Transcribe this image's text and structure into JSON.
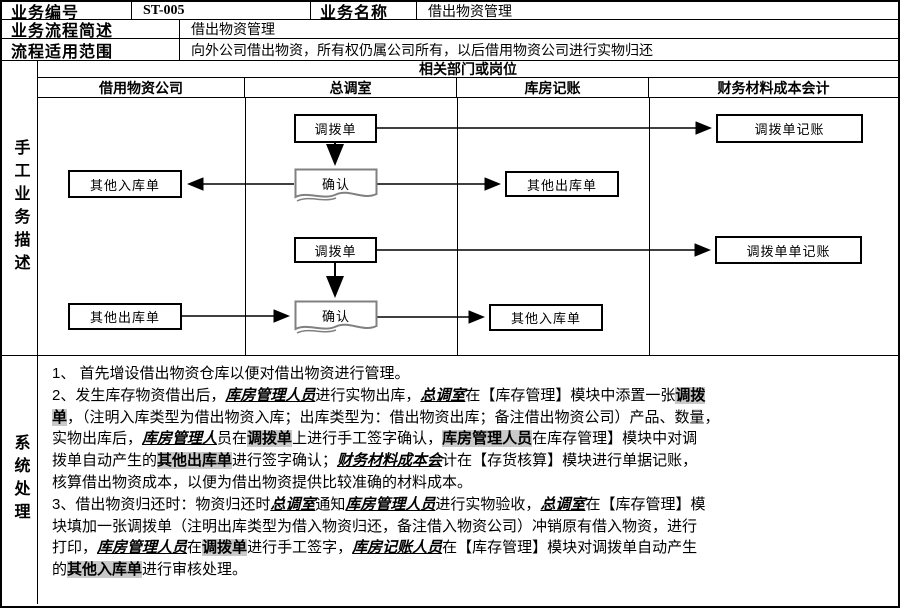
{
  "top": {
    "biz_no_label": "业务编号",
    "biz_no_value": "ST-005",
    "biz_name_label": "业务名称",
    "biz_name_value": "借出物资管理",
    "flow_desc_label": "业务流程简述",
    "flow_desc_value": "借出物资管理",
    "scope_label": "流程适用范围",
    "scope_value": "向外公司借出物资，所有权仍属公司所有，以后借用物资公司进行实物归还"
  },
  "departments": {
    "title": "相关部门或岗位",
    "columns": [
      "借用物资公司",
      "总调室",
      "库房记账",
      "财务材料成本会计"
    ]
  },
  "sections": {
    "manual_label": "手工业务描述",
    "system_label": "系统处理"
  },
  "flow": {
    "nodes": {
      "f1_transfer": "调拨单",
      "f1_transfer_post": "调拨单记账",
      "f1_confirm": "确认",
      "f1_other_in": "其他入库单",
      "f1_other_out": "其他出库单",
      "f2_transfer": "调拨单",
      "f2_transfer_post": "调拨单单记账",
      "f2_confirm": "确认",
      "f2_other_out": "其他出库单",
      "f2_other_in": "其他入库单"
    }
  },
  "system_text": {
    "lines": [
      [
        {
          "t": "1、 首先增设借出物资仓库以便对借出物资进行管理。",
          "s": "n"
        }
      ],
      [
        {
          "t": "2、发生库存物资借出后，",
          "s": "n"
        },
        {
          "t": "库房管理人员",
          "s": "biu"
        },
        {
          "t": "进行实物出库，",
          "s": "n"
        },
        {
          "t": "总调室",
          "s": "biu"
        },
        {
          "t": "在【库存管理】模块中添置一张",
          "s": "n"
        },
        {
          "t": "调拨",
          "s": "bhl"
        }
      ],
      [
        {
          "t": "单",
          "s": "bhl"
        },
        {
          "t": "，（注明入库类型为借出物资入库；出库类型为：借出物资出库；备注借出物资公司）产品、数量，",
          "s": "n"
        }
      ],
      [
        {
          "t": "实物出库后，",
          "s": "n"
        },
        {
          "t": "库房管理人",
          "s": "biu"
        },
        {
          "t": "员在",
          "s": "n"
        },
        {
          "t": "调拨单",
          "s": "bhl"
        },
        {
          "t": "上进行手工签字确认，",
          "s": "n"
        },
        {
          "t": "库房管理人员",
          "s": "bhl"
        },
        {
          "t": "在库存管理】模块中对调",
          "s": "n"
        }
      ],
      [
        {
          "t": "拨单自动产生的",
          "s": "n"
        },
        {
          "t": "其他出库单",
          "s": "bhl"
        },
        {
          "t": "进行签字确认；",
          "s": "n"
        },
        {
          "t": "财务材料成本会",
          "s": "biu"
        },
        {
          "t": "计在【存货核算】模块进行单据记账，",
          "s": "n"
        }
      ],
      [
        {
          "t": "核算借出物资成本，以便为借出物资提供比较准确的材料成本。",
          "s": "n"
        }
      ],
      [
        {
          "t": "3、借出物资归还时：物资归还时",
          "s": "n"
        },
        {
          "t": "总调室",
          "s": "biu"
        },
        {
          "t": "通知",
          "s": "n"
        },
        {
          "t": "库房管理人员",
          "s": "biu"
        },
        {
          "t": "进行实物验收，",
          "s": "n"
        },
        {
          "t": "总调室",
          "s": "biu"
        },
        {
          "t": "在【库存管理】模",
          "s": "n"
        }
      ],
      [
        {
          "t": "块填加一张调拨单（注明出库类型为借入物资归还，备注借入物资公司）冲销原有借入物资，进行",
          "s": "n"
        }
      ],
      [
        {
          "t": "打印，",
          "s": "n"
        },
        {
          "t": "库房管理人员",
          "s": "biu"
        },
        {
          "t": "在",
          "s": "n"
        },
        {
          "t": "调拨单",
          "s": "bhl"
        },
        {
          "t": "进行手工签字，",
          "s": "n"
        },
        {
          "t": "库房记账人员",
          "s": "biu"
        },
        {
          "t": "在【库存管理】模块对调拨单自动产生",
          "s": "n"
        }
      ],
      [
        {
          "t": "的",
          "s": "n"
        },
        {
          "t": "其他入库单",
          "s": "bhl"
        },
        {
          "t": "进行审核处理。",
          "s": "n"
        }
      ]
    ]
  }
}
